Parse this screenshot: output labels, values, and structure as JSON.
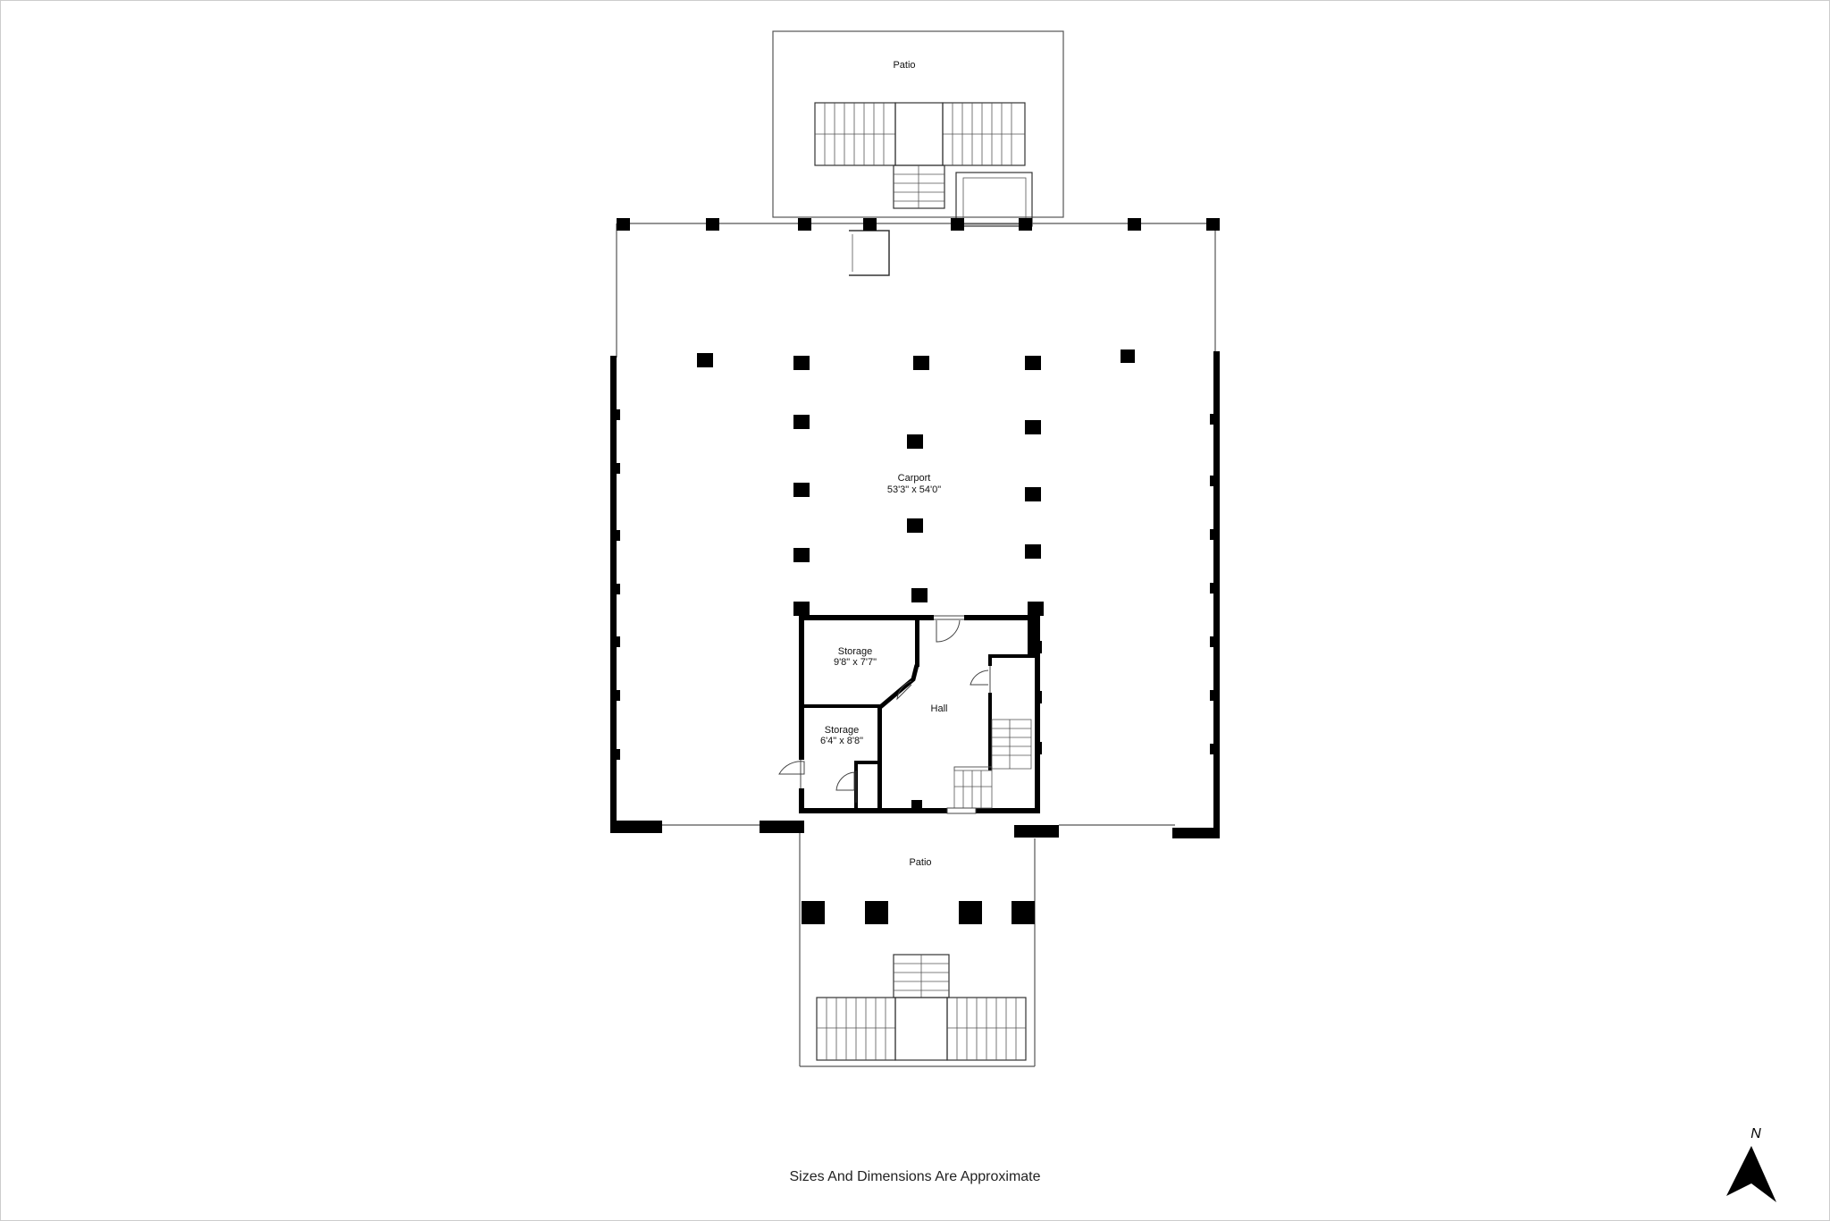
{
  "rooms": {
    "patio_north": {
      "name": "Patio"
    },
    "carport": {
      "name": "Carport",
      "dimensions": "53'3\" x 54'0\""
    },
    "storage_1": {
      "name": "Storage",
      "dimensions": "9'8\" x 7'7\""
    },
    "storage_2": {
      "name": "Storage",
      "dimensions": "6'4\" x 8'8\""
    },
    "hall": {
      "name": "Hall"
    },
    "patio_south": {
      "name": "Patio"
    }
  },
  "footer": {
    "note": "Sizes And Dimensions Are Approximate"
  },
  "compass": {
    "label": "N",
    "icon": "north-arrow-icon"
  },
  "colors": {
    "wall": "#000000",
    "line": "#555555",
    "background": "#ffffff"
  }
}
